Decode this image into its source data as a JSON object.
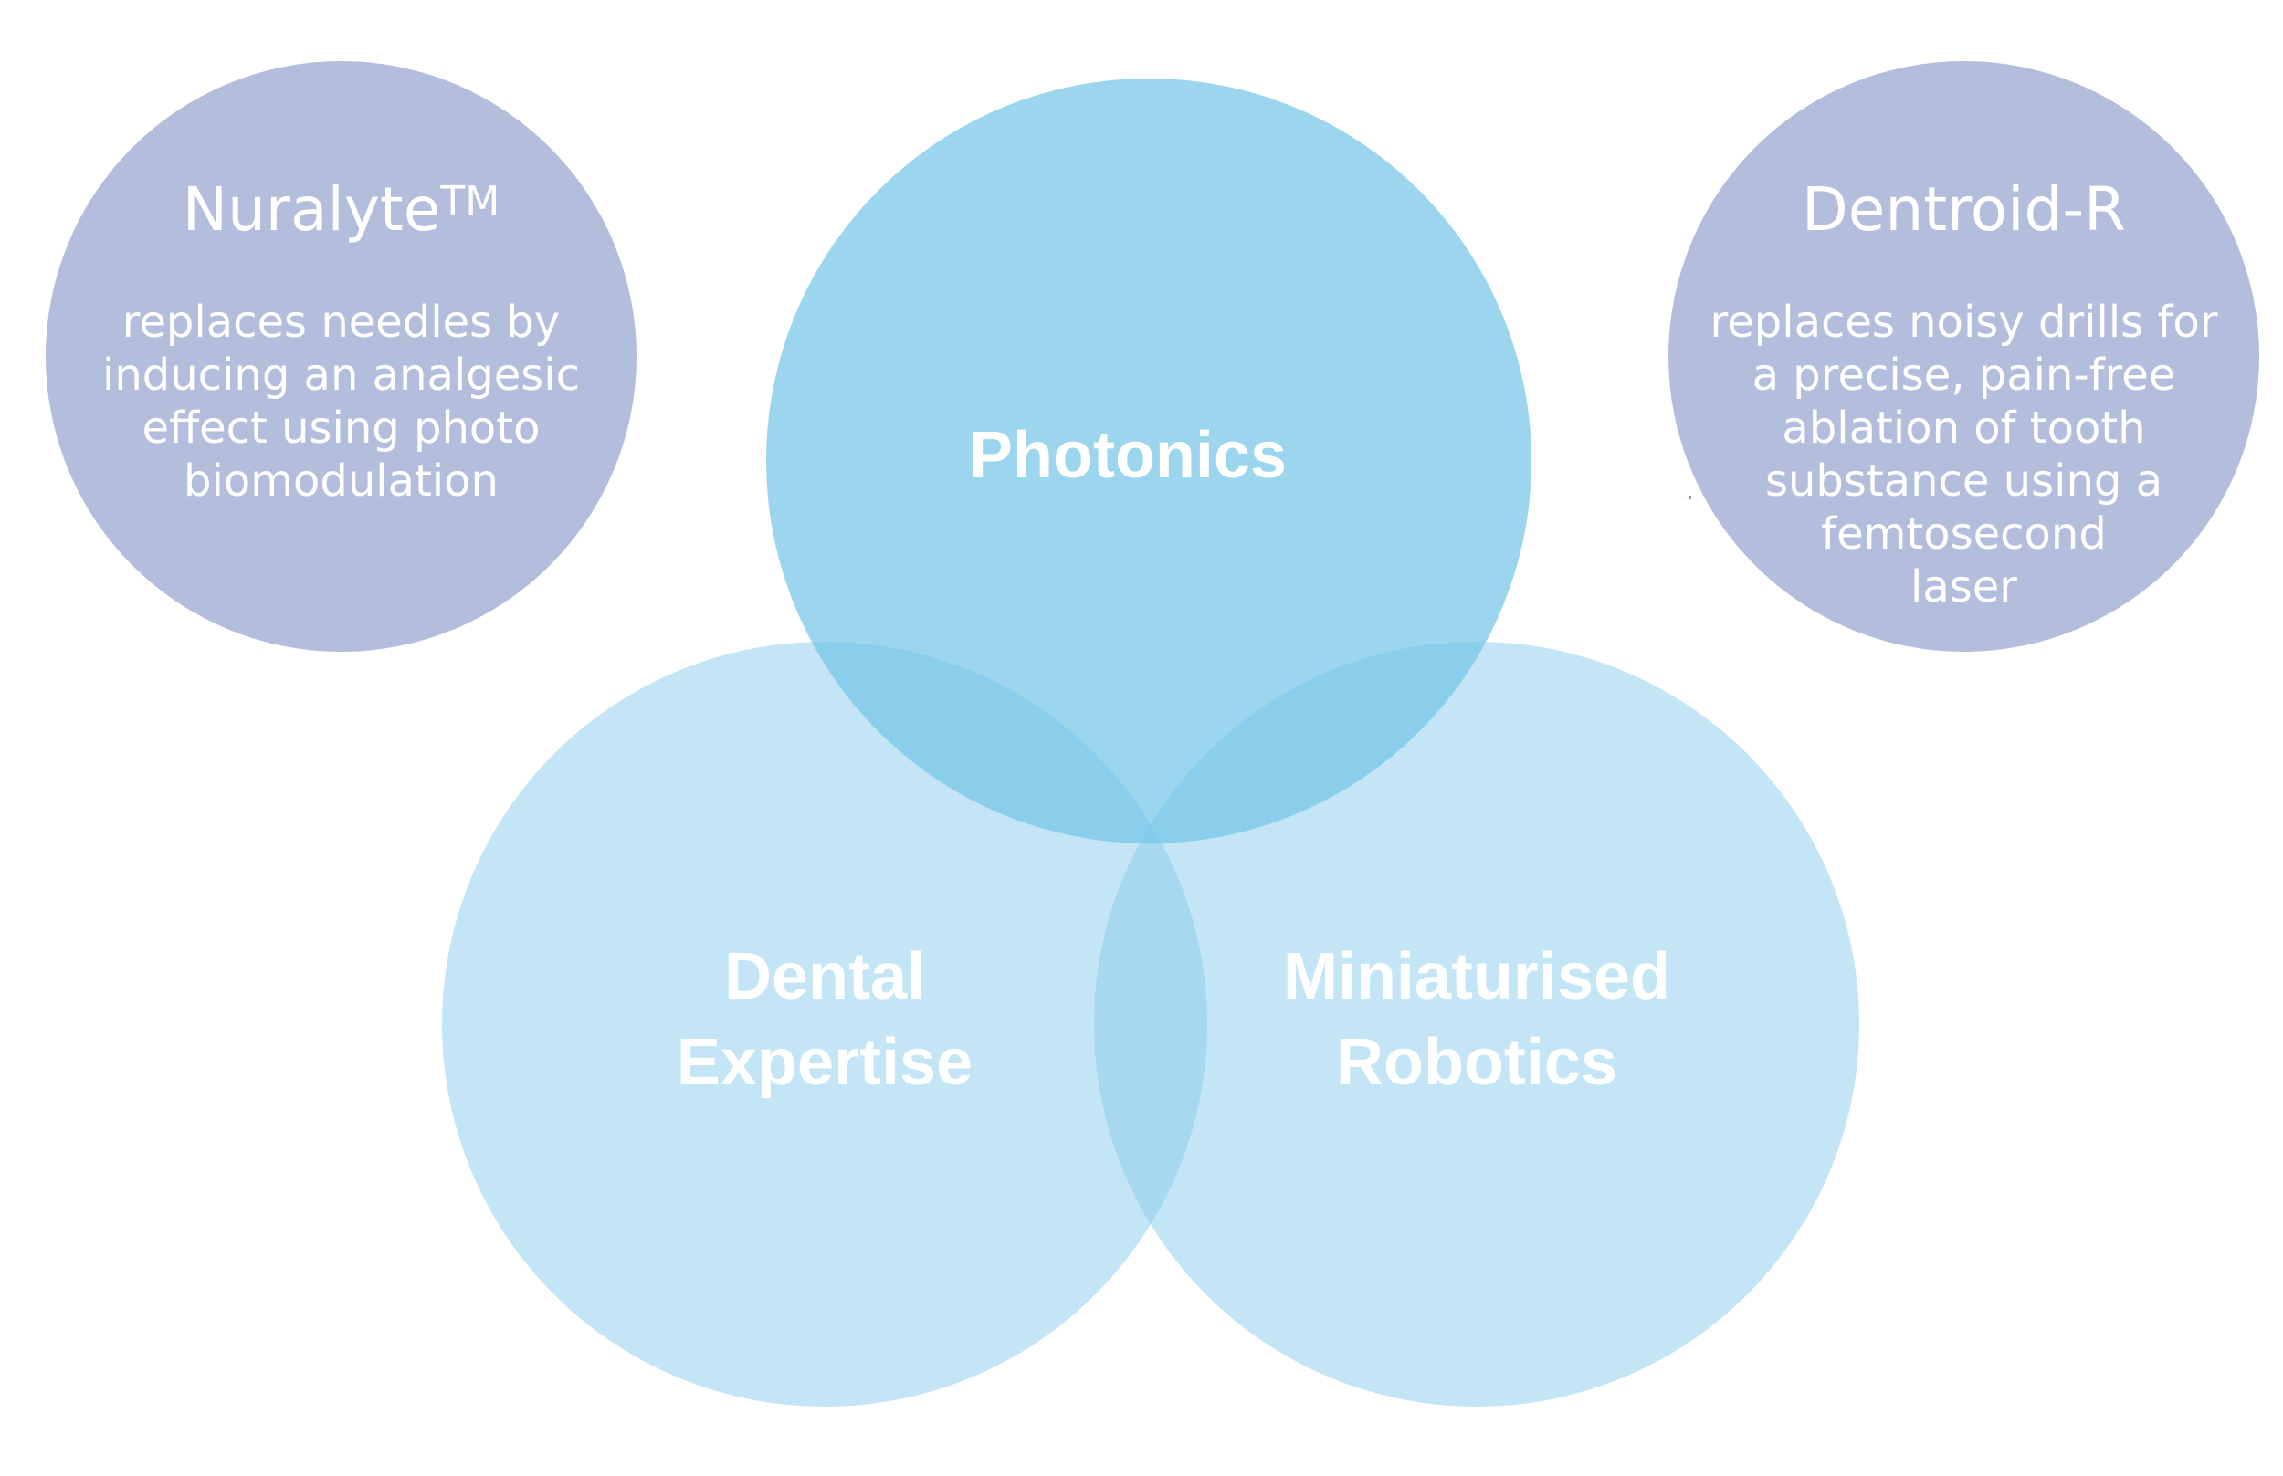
{
  "colors": {
    "background": "#ffffff",
    "product_circle": "#b3bedd",
    "venn_primary": "#75c5e8",
    "venn_secondary": "#8ccdec",
    "text": "#ffffff"
  },
  "products": {
    "left": {
      "title": "Nuralyte",
      "trademark": "TM",
      "description_lines": [
        "replaces needles by",
        "inducing an analgesic",
        "effect using photo",
        "biomodulation"
      ]
    },
    "right": {
      "title": "Dentroid-R",
      "description_lines": [
        "replaces noisy drills for",
        "a precise, pain-free",
        "ablation of tooth",
        "substance using a",
        "femtosecond",
        "laser"
      ]
    }
  },
  "venn": {
    "top": {
      "lines": [
        "Photonics"
      ]
    },
    "left": {
      "lines": [
        "Dental",
        "Expertise"
      ]
    },
    "right": {
      "lines": [
        "Miniaturised",
        "Robotics"
      ]
    }
  }
}
